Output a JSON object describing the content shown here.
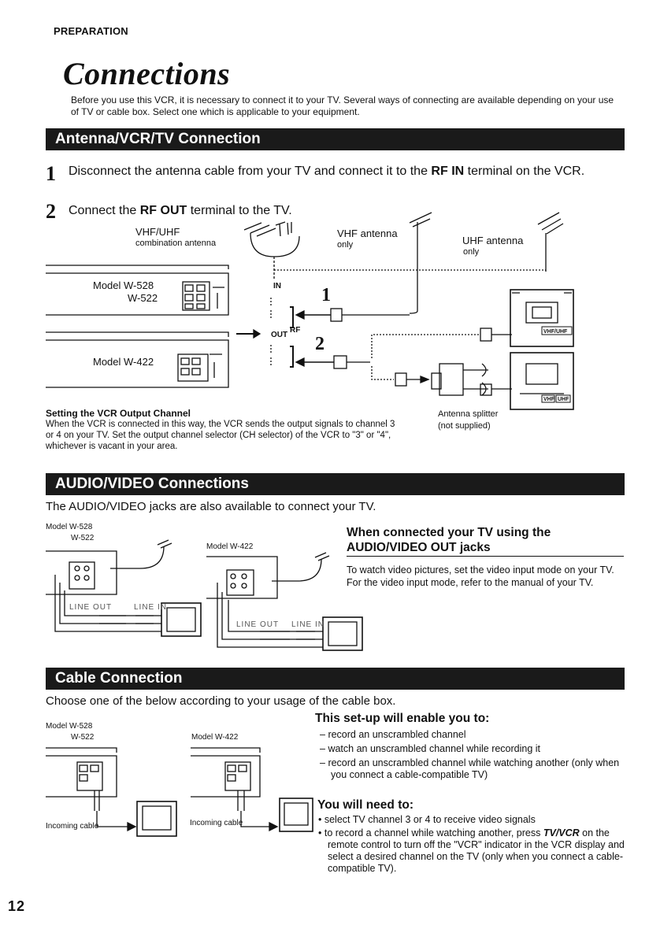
{
  "section_tag": "PREPARATION",
  "title": "Connections",
  "intro": "Before you use this VCR, it is necessary to connect it to your TV. Several ways of connecting are available depending on your use of TV or cable box. Select one which is applicable to your equipment.",
  "antenna": {
    "bar": "Antenna/VCR/TV Connection",
    "step1": {
      "num": "1",
      "pre": "Disconnect the antenna cable from your TV and connect it to the ",
      "bold": "RF IN",
      "post": " terminal on the VCR."
    },
    "step2": {
      "num": "2",
      "pre": "Connect the ",
      "bold": "RF OUT",
      "post": " terminal to the TV."
    },
    "labels": {
      "vhf_uhf": "VHF/UHF",
      "combination": "combination antenna",
      "vhf_antenna": "VHF antenna",
      "vhf_only": "only",
      "uhf_antenna": "UHF antenna",
      "uhf_only": "only",
      "model_528": "Model W-528",
      "model_522": "W-522",
      "model_422": "Model W-422",
      "in": "IN",
      "out": "OUT",
      "rf": "RF",
      "callout1": "1",
      "callout2": "2",
      "splitter": "Antenna splitter",
      "not_supplied": "(not supplied)",
      "vhf_uhf_tv": "VHF/UHF",
      "vhf_tv": "VHF",
      "uhf_tv": "UHF"
    },
    "setting_heading": "Setting the VCR Output Channel",
    "setting_text": "When the VCR is connected in this way, the VCR sends the output signals to channel 3 or 4 on your TV. Set the output channel selector (CH selector) of the VCR to \"3\" or \"4\", whichever is vacant in your area."
  },
  "av": {
    "bar": "AUDIO/VIDEO Connections",
    "lead": "The AUDIO/VIDEO jacks are also available to connect your TV.",
    "model_528": "Model W-528",
    "model_522": "W-522",
    "model_422": "Model W-422",
    "line_out": "LINE OUT",
    "line_in": "LINE IN",
    "heading1": "When connected your TV using the",
    "heading2": "AUDIO/VIDEO OUT jacks",
    "text": "To watch video pictures, set the video input mode on your TV. For the video input mode, refer to the manual of your TV."
  },
  "cable": {
    "bar": "Cable Connection",
    "lead": "Choose one of the below according to your usage of the cable box.",
    "model_528": "Model W-528",
    "model_522": "W-522",
    "model_422": "Model W-422",
    "incoming": "Incoming cable",
    "enable_heading": "This set-up will enable you to:",
    "enable_items": [
      "record an unscrambled channel",
      "watch an unscrambled channel while recording it",
      "record an unscrambled channel while watching another (only when you connect a cable-compatible TV)"
    ],
    "need_heading": "You will need to:",
    "need_item1": "select TV channel 3 or 4 to receive video signals",
    "need_item2_pre": "to record a channel while watching another, press ",
    "need_item2_bold": "TV/VCR",
    "need_item2_post": " on the remote control to turn off the \"VCR\" indicator in the VCR display and select a desired channel on the TV (only when you connect a cable-compatible TV)."
  },
  "page_number": "12"
}
